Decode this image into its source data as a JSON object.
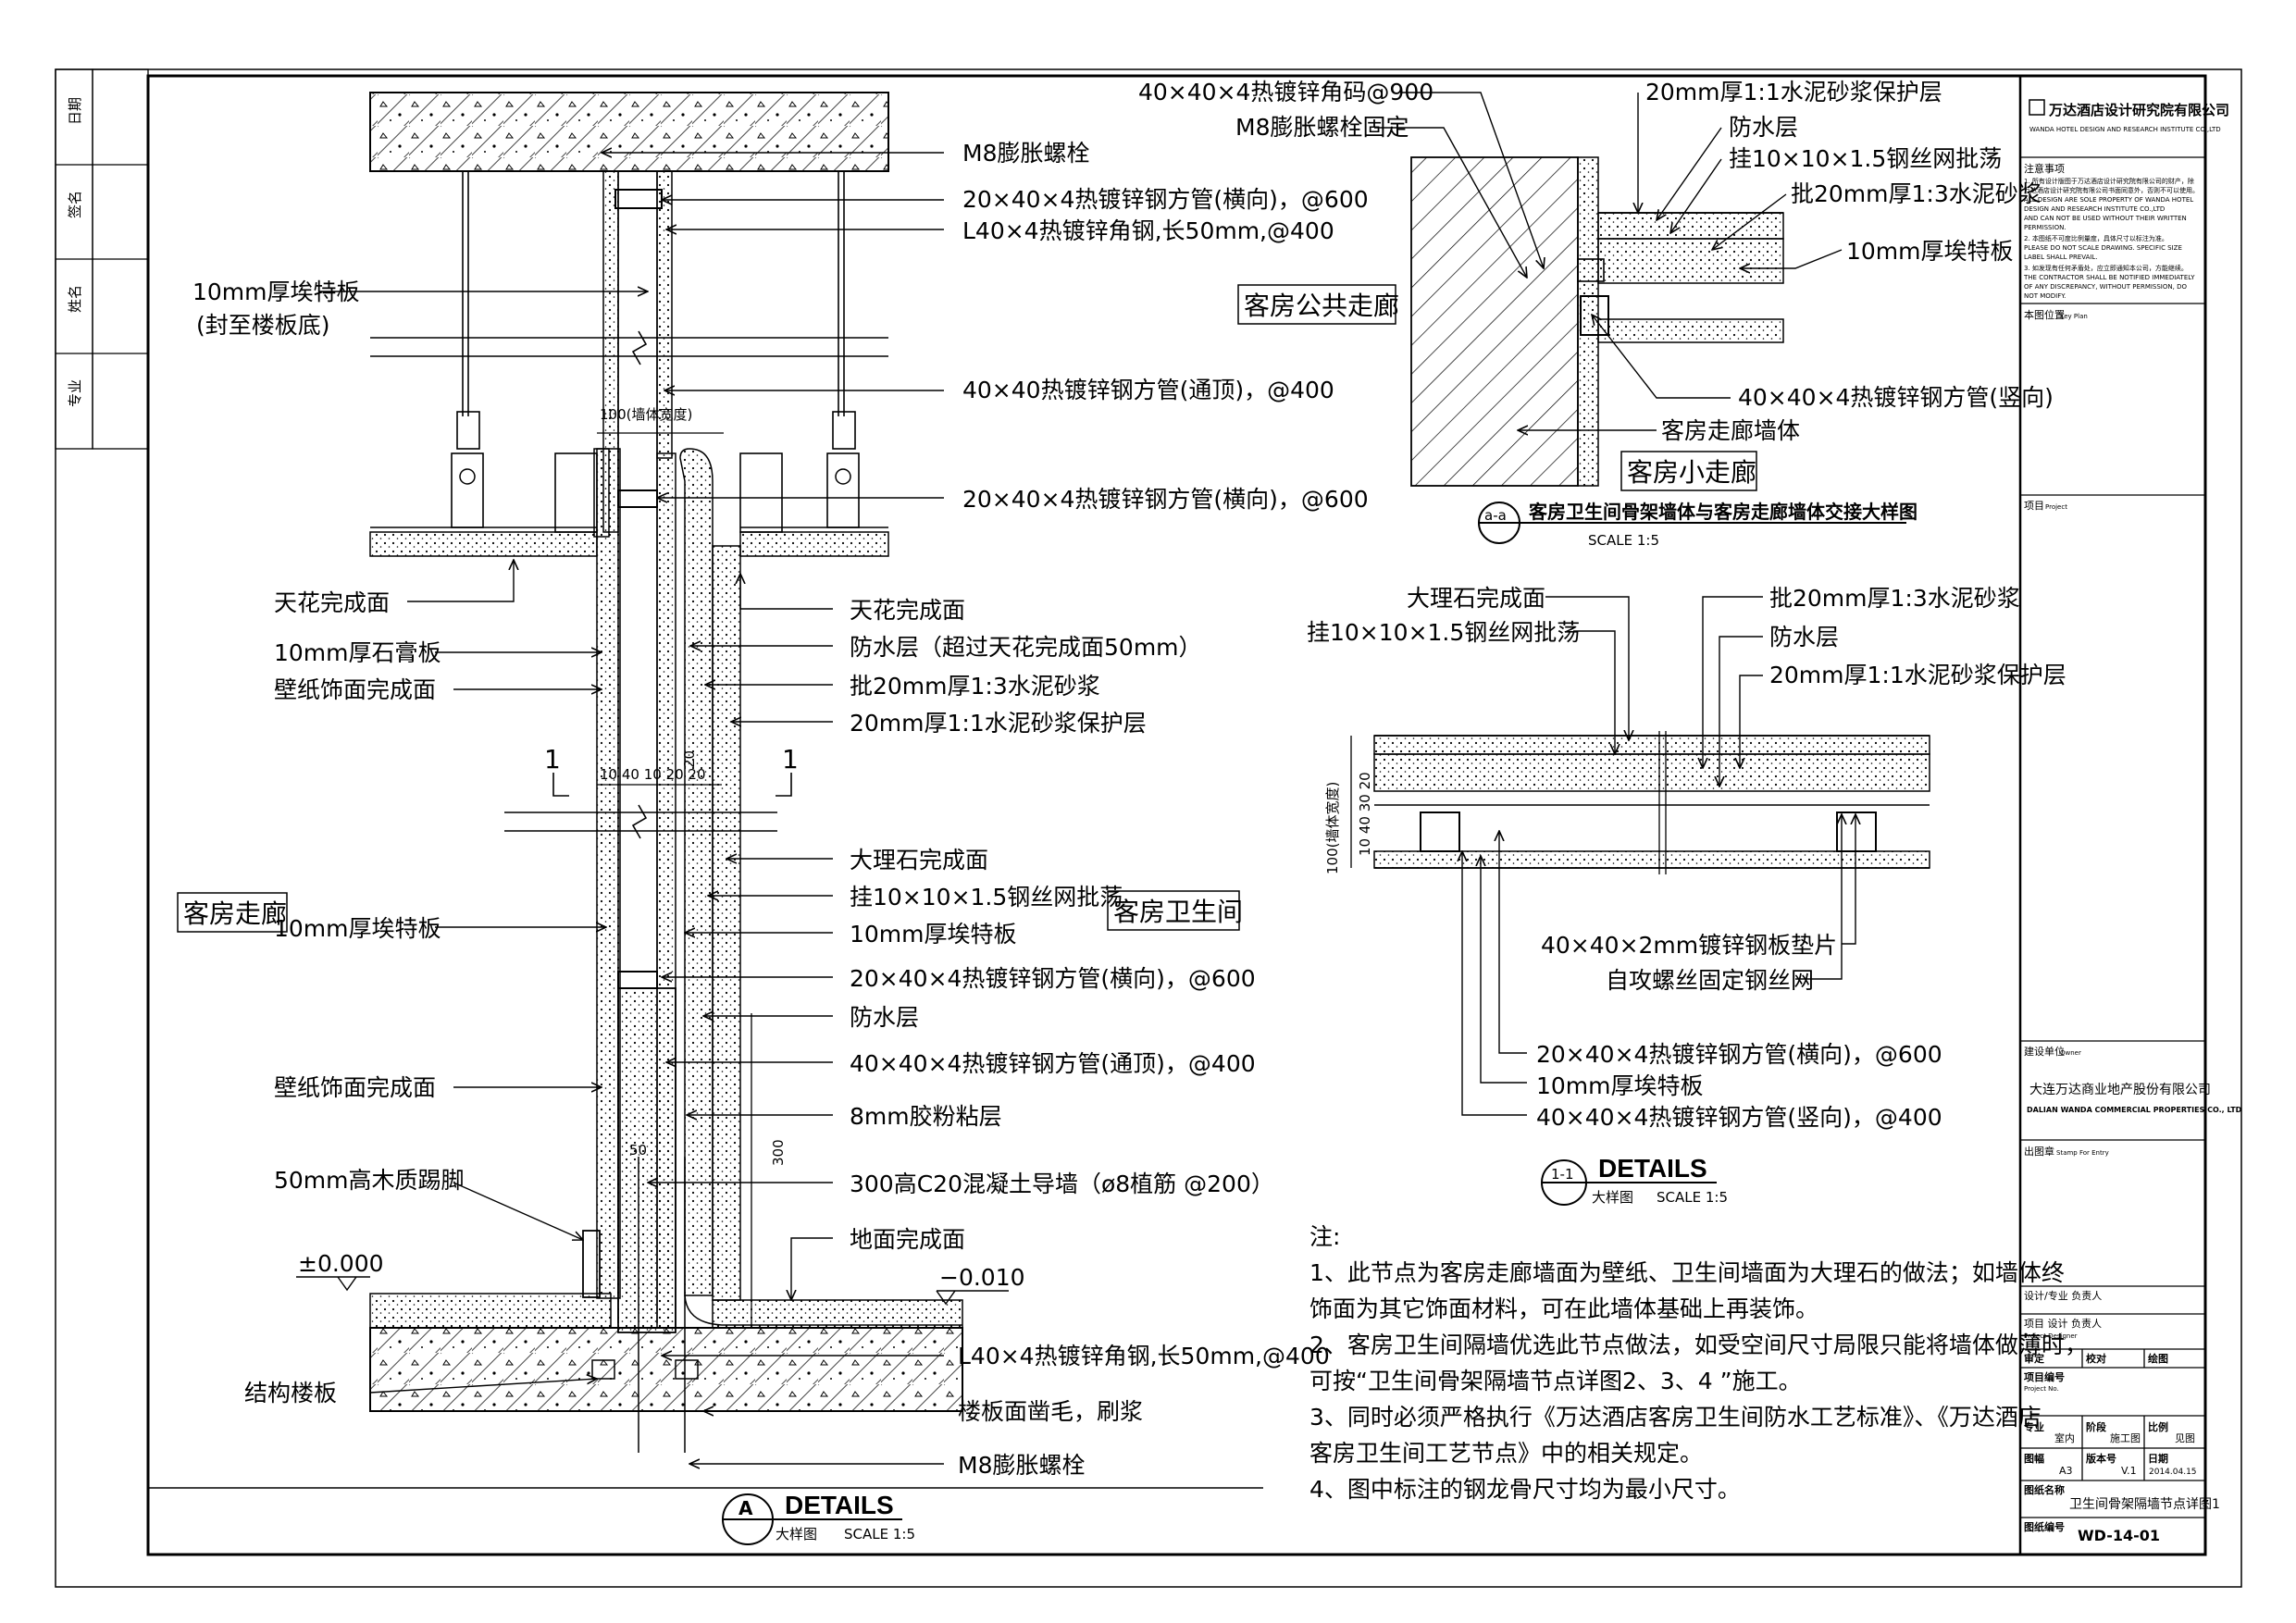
{
  "revision_table": {
    "labels": [
      "日期",
      "签名",
      "姓名",
      "专业"
    ]
  },
  "detail_A": {
    "labels_right": [
      "M8膨胀螺栓",
      "20×40×4热镀锌钢方管(横向)，@600",
      "L40×4热镀锌角钢,长50mm,@400",
      "40×40热镀锌钢方管(通顶)，@400",
      "20×40×4热镀锌钢方管(横向)，@600",
      "天花完成面",
      "防水层（超过天花完成面50mm）",
      "批20mm厚1:3水泥砂浆",
      "20mm厚1:1水泥砂浆保护层",
      "大理石完成面",
      "挂10×10×1.5钢丝网批荡",
      "10mm厚埃特板",
      "20×40×4热镀锌钢方管(横向)，@600",
      "防水层",
      "40×40×4热镀锌钢方管(通顶)，@400",
      "8mm胶粉粘层",
      "300高C20混凝土导墙（ø8植筋 @200）",
      "地面完成面",
      "L40×4热镀锌角钢,长50mm,@400",
      "楼板面凿毛，刷浆",
      "M8膨胀螺栓"
    ],
    "labels_left": [
      "10mm厚埃特板",
      "(封至楼板底)",
      "天花完成面",
      "10mm厚石膏板",
      "壁纸饰面完成面",
      "10mm厚埃特板",
      "壁纸饰面完成面",
      "50mm高木质踢脚",
      "结构楼板"
    ],
    "room_corridor": "客房走廊",
    "room_bathroom": "客房卫生间",
    "dim_wall": "100(墙体宽度)",
    "dim_parts": "10 40 10 20 20",
    "dim_300": "300",
    "dim_50": "50",
    "dim_20": "20",
    "section_mark": "1",
    "level_0": "±0.000",
    "level_m010": "−0.010",
    "caption_letter": "A",
    "caption_details": "DETAILS",
    "caption_sub": "大样图",
    "caption_scale": "SCALE  1:5"
  },
  "detail_aa": {
    "labels": [
      "40×40×4热镀锌角码@900",
      "M8膨胀螺栓固定",
      "20mm厚1:1水泥砂浆保护层",
      "防水层",
      "挂10×10×1.5钢丝网批荡",
      "批20mm厚1:3水泥砂浆",
      "10mm厚埃特板",
      "40×40×4热镀锌钢方管(竖向)",
      "客房走廊墙体"
    ],
    "room_public": "客房公共走廊",
    "room_small": "客房小走廊",
    "caption_letter": "a-a",
    "caption_title": "客房卫生间骨架墙体与客房走廊墙体交接大样图",
    "caption_scale": "SCALE  1:5"
  },
  "detail_11": {
    "labels_top": [
      "大理石完成面",
      "挂10×10×1.5钢丝网批荡",
      "批20mm厚1:3水泥砂浆",
      "防水层",
      "20mm厚1:1水泥砂浆保护层"
    ],
    "labels_bottom": [
      "40×40×2mm镀锌钢板垫片",
      "自攻螺丝固定钢丝网",
      "20×40×4热镀锌钢方管(横向)，@600",
      "10mm厚埃特板",
      "40×40×4热镀锌钢方管(竖向)，@400"
    ],
    "dim_wall": "100(墙体宽度)",
    "dim_parts": "10 40  30  20",
    "caption_letter": "1-1",
    "caption_details": "DETAILS",
    "caption_sub": "大样图",
    "caption_scale": "SCALE  1:5"
  },
  "notes": {
    "heading": "注:",
    "lines": [
      "1、此节点为客房走廊墙面为壁纸、卫生间墙面为大理石的做法；如墙体终",
      "饰面为其它饰面材料，可在此墙体基础上再装饰。",
      "2、客房卫生间隔墙优选此节点做法，如受空间尺寸局限只能将墙体做薄时，",
      "可按“卫生间骨架隔墙节点详图2、3、4 ”施工。",
      "3、同时必须严格执行《万达酒店客房卫生间防水工艺标准》、《万达酒店",
      "客房卫生间工艺节点》中的相关规定。",
      "4、图中标注的钢龙骨尺寸均为最小尺寸。"
    ]
  },
  "title_block": {
    "company": "万达酒店设计研究院有限公司",
    "company_en": "WANDA HOTEL DESIGN AND RESEARCH INSTITUTE CO.,LTD",
    "notice_head": "注意事项",
    "notice_lines": [
      "1. 所有设计版图于万达酒店设计研究院有限公司的财产，除",
      "万达酒店设计研究院有限公司书面同意外，否则不可以使用。",
      "ALL DESIGN ARE SOLE PROPERTY OF WANDA HOTEL",
      "DESIGN AND RESEARCH INSTITUTE CO.,LTD",
      "AND CAN NOT BE USED WITHOUT THEIR WRITTEN",
      "PERMISSION.",
      "2. 本图纸不可度比例量度，具体尺寸以标注为准。",
      "PLEASE DO NOT SCALE DRAWING. SPECIFIC SIZE",
      "LABEL SHALL PREVAIL.",
      "3. 如发现有任何矛盾处，应立即通知本公司，方能继续。",
      "THE CONTRACTOR SHALL BE NOTIFIED IMMEDIATELY",
      "OF ANY DISCREPANCY, WITHOUT PERMISSION, DO",
      "NOT MODIFY."
    ],
    "keyplan_label": "本图位置",
    "keyplan_en": "Key Plan",
    "project_label": "项目",
    "project_en": "Project",
    "owner_label": "建设单位",
    "owner_en": "Owner",
    "owner_name": "大连万达商业地产股份有限公司",
    "owner_name_en": "DALIAN WANDA COMMERCIAL PROPERTIES CO., LTD",
    "stamp_label": "出图章",
    "stamp_en": "Stamp For Entry",
    "design_head": "设计/专业 负责人",
    "project_head": "项目 设计 负责人",
    "project_head_en": "Project Designer",
    "review": "审定",
    "check": "校对",
    "drawn": "绘图",
    "project_no": "项目编号",
    "project_no_en": "Project No.",
    "discipline": "专业",
    "discipline_val": "室内",
    "stage": "阶段",
    "stage_val": "施工图",
    "scale": "比例",
    "scale_val": "见图",
    "size": "图幅",
    "size_val": "A3",
    "version": "版本号",
    "version_val": "V.1",
    "date": "日期",
    "date_val": "2014.04.15",
    "drawing_name_label": "图纸名称",
    "drawing_name": "卫生间骨架隔墙节点详图1",
    "drawing_no_label": "图纸编号",
    "drawing_no": "WD-14-01"
  }
}
